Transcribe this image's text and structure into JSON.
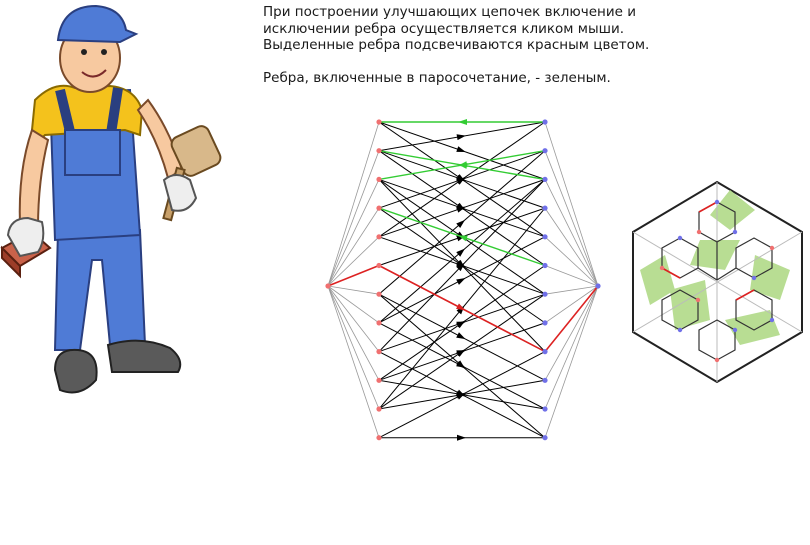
{
  "instructions": {
    "line1": "При построении улучшающих цепочек включение и",
    "line2": "исключении ребра осуществляется кликом мыши.",
    "line3": "Выделенные ребра подсвечиваются краcным цветом.",
    "line4": "Ребра, включенные в паросочетание, - зеленым."
  },
  "colors": {
    "left_node": "#f07070",
    "right_node": "#7070e8",
    "matched_edge": "#33cc33",
    "selected_edge": "#dd2222",
    "plain_edge": "#000000",
    "hex_tile": "#b5dc8e"
  },
  "illustration": {
    "character": "worker-with-mallet-and-brick"
  },
  "graph": {
    "left_count": 12,
    "right_count": 12,
    "matched_pairs": [
      [
        0,
        0
      ],
      [
        1,
        2
      ],
      [
        2,
        1
      ],
      [
        3,
        5
      ]
    ],
    "selected_path": [
      [
        5,
        -1
      ],
      [
        -1,
        8
      ]
    ],
    "edges": [
      [
        0,
        2
      ],
      [
        0,
        4
      ],
      [
        1,
        0
      ],
      [
        1,
        3
      ],
      [
        1,
        5
      ],
      [
        2,
        4
      ],
      [
        2,
        6
      ],
      [
        3,
        1
      ],
      [
        3,
        7
      ],
      [
        4,
        0
      ],
      [
        4,
        2
      ],
      [
        4,
        6
      ],
      [
        5,
        3
      ],
      [
        5,
        8
      ],
      [
        6,
        1
      ],
      [
        6,
        9
      ],
      [
        7,
        4
      ],
      [
        7,
        10
      ],
      [
        8,
        2
      ],
      [
        8,
        11
      ],
      [
        9,
        5
      ],
      [
        9,
        7
      ],
      [
        10,
        6
      ],
      [
        10,
        9
      ],
      [
        11,
        8
      ],
      [
        11,
        11
      ],
      [
        2,
        8
      ],
      [
        7,
        2
      ],
      [
        8,
        6
      ],
      [
        9,
        10
      ],
      [
        10,
        3
      ],
      [
        6,
        11
      ]
    ]
  }
}
